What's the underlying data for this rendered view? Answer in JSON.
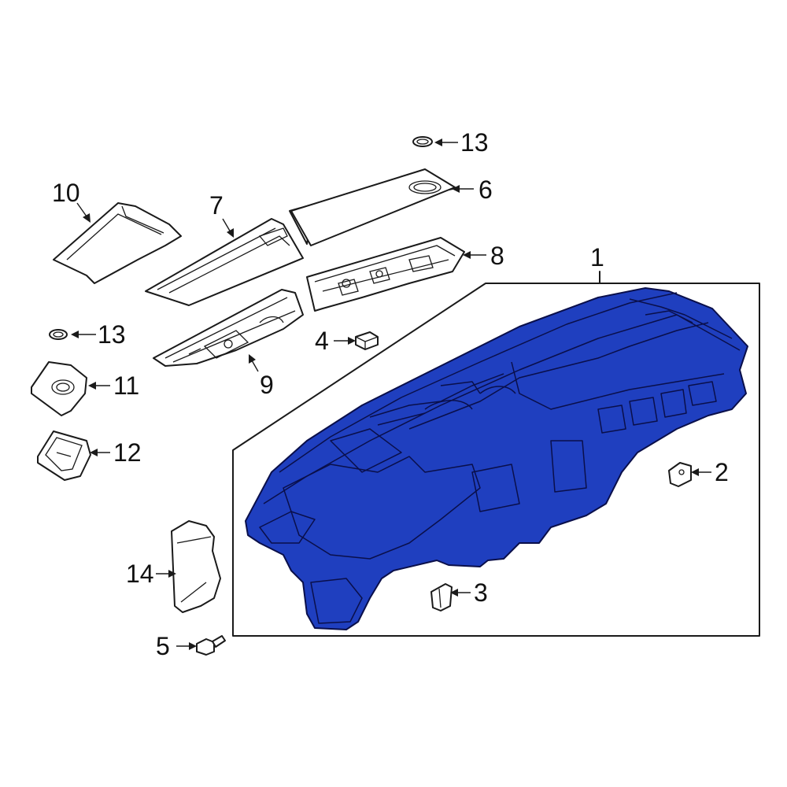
{
  "diagram": {
    "highlight_color": "#1f3fbf",
    "line_color": "#1a1a1a",
    "background_color": "#ffffff",
    "callouts": [
      {
        "id": "c1",
        "label": "1"
      },
      {
        "id": "c2",
        "label": "2"
      },
      {
        "id": "c3",
        "label": "3"
      },
      {
        "id": "c4",
        "label": "4"
      },
      {
        "id": "c5",
        "label": "5"
      },
      {
        "id": "c6",
        "label": "6"
      },
      {
        "id": "c7",
        "label": "7"
      },
      {
        "id": "c8",
        "label": "8"
      },
      {
        "id": "c9",
        "label": "9"
      },
      {
        "id": "c10",
        "label": "10"
      },
      {
        "id": "c11",
        "label": "11"
      },
      {
        "id": "c12",
        "label": "12"
      },
      {
        "id": "c13a",
        "label": "13"
      },
      {
        "id": "c13b",
        "label": "13"
      },
      {
        "id": "c14",
        "label": "14"
      }
    ]
  }
}
